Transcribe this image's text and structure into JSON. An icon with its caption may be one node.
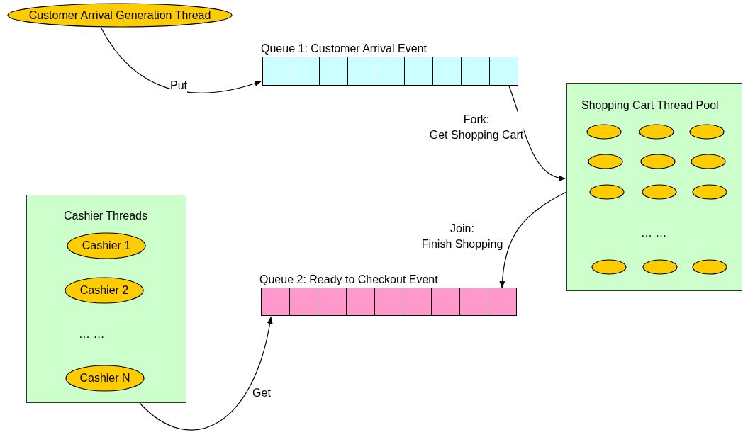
{
  "diagram": {
    "nodes": [
      {
        "text": [
          "Customer Arrival Generation Thread"
        ]
      },
      {
        "text": [
          "Queue 1: Customer Arrival Event"
        ]
      },
      {
        "text": [
          "Shopping Cart Thread Pool",
          "… …"
        ]
      },
      {
        "text": [],
        "shape": "ellipse",
        "in": 2
      },
      {
        "text": [],
        "shape": "ellipse",
        "in": 2
      },
      {
        "text": [],
        "shape": "ellipse",
        "in": 2
      },
      {
        "text": [],
        "shape": "ellipse",
        "in": 2
      },
      {
        "text": [],
        "shape": "ellipse",
        "in": 2
      },
      {
        "text": [],
        "shape": "ellipse",
        "in": 2
      },
      {
        "text": [],
        "shape": "ellipse",
        "in": 2
      },
      {
        "text": [],
        "shape": "ellipse",
        "in": 2
      },
      {
        "text": [],
        "shape": "ellipse",
        "in": 2
      },
      {
        "text": [],
        "shape": "ellipse",
        "in": 2
      },
      {
        "text": [],
        "shape": "ellipse",
        "in": 2
      },
      {
        "text": [],
        "shape": "ellipse",
        "in": 2
      },
      {
        "text": [
          "Cashier Threads",
          "… …"
        ]
      },
      {
        "text": [
          "Cashier 1"
        ],
        "in": 15
      },
      {
        "text": [
          "Cashier 2"
        ],
        "in": 15
      },
      {
        "text": [
          "Cashier N"
        ],
        "in": 15
      },
      {
        "text": [
          "Queue 2: Ready to Checkout Event"
        ]
      }
    ],
    "edges": [
      {
        "from": 0,
        "to": 1,
        "arrow": "to",
        "label": "Put"
      },
      {
        "from": 1,
        "to": 2,
        "arrow": "to",
        "label": "Fork: Get Shopping Cart"
      },
      {
        "from": 2,
        "to": 19,
        "arrow": "to",
        "label": "Join: Finish Shopping"
      },
      {
        "from": 15,
        "to": 19,
        "arrow": "to",
        "label": "Get"
      }
    ]
  }
}
